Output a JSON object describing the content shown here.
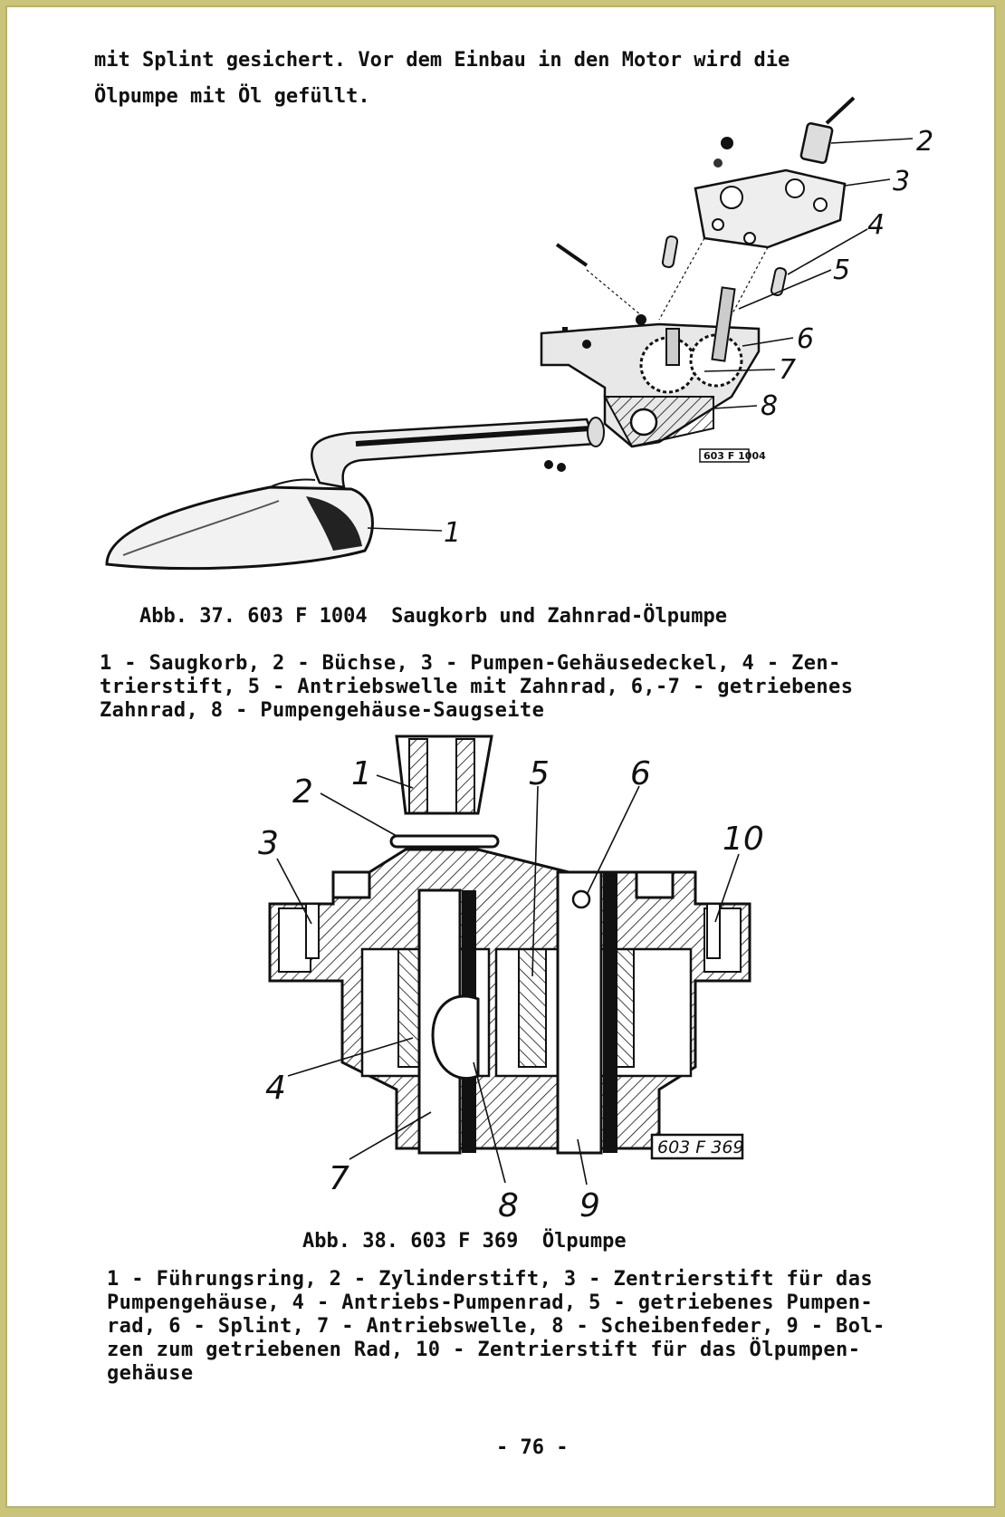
{
  "intro": {
    "line1": "mit Splint gesichert. Vor dem Einbau in den Motor wird die",
    "line2": "Ölpumpe mit Öl gefüllt."
  },
  "figure37": {
    "labels": [
      "1",
      "2",
      "3",
      "4",
      "5",
      "6",
      "7",
      "8"
    ],
    "ref_code": "603 F 1004",
    "caption": "Abb. 37. 603 F 1004  Saugkorb und Zahnrad-Ölpumpe",
    "legend": [
      "1 - Saugkorb, 2 - Büchse, 3 - Pumpen-Gehäusedeckel, 4 - Zen-",
      "trierstift, 5 - Antriebswelle mit Zahnrad, 6,-7 - getriebenes",
      "Zahnrad, 8 - Pumpengehäuse-Saugseite"
    ]
  },
  "figure38": {
    "labels": [
      "1",
      "2",
      "3",
      "4",
      "5",
      "6",
      "7",
      "8",
      "9",
      "10"
    ],
    "ref_code": "603 F 369",
    "caption": "Abb. 38. 603 F 369  Ölpumpe",
    "legend": [
      "1 - Führungsring, 2 - Zylinderstift, 3 - Zentrierstift für das",
      "Pumpengehäuse, 4 - Antriebs-Pumpenrad, 5 - getriebenes Pumpen-",
      "rad, 6 - Splint, 7 - Antriebswelle, 8 - Scheibenfeder, 9 - Bol-",
      "zen zum getriebenen Rad, 10 - Zentrierstift für das Ölpumpen-",
      "gehäuse"
    ]
  },
  "page_number": "- 76 -"
}
